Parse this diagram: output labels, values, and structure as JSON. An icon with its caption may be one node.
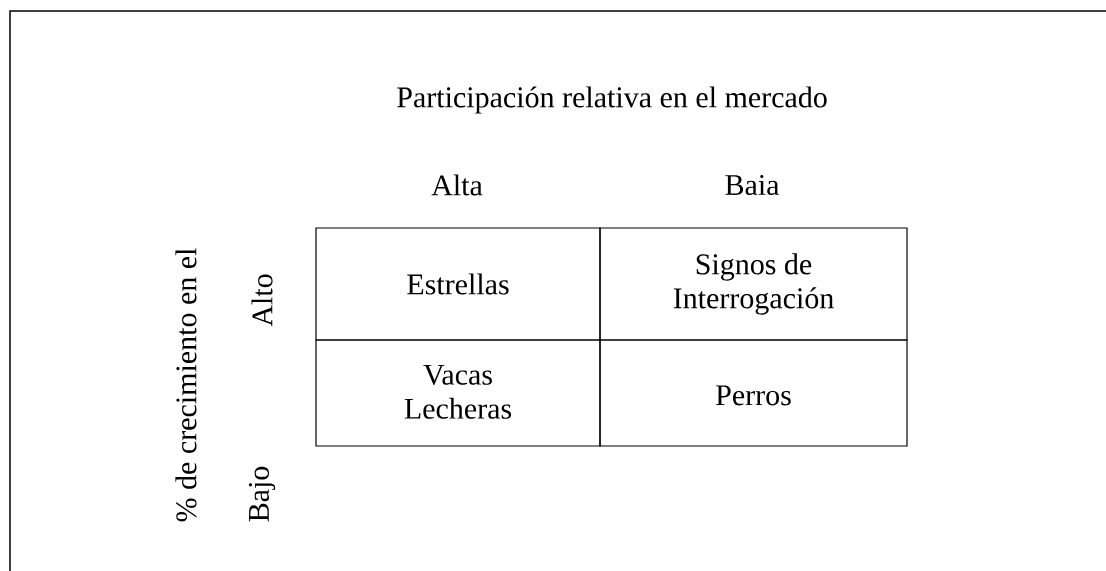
{
  "diagram": {
    "nodes": [
      {
        "text": [
          "Estrellas"
        ]
      },
      {
        "text": [
          "Signos de Interrogación"
        ]
      },
      {
        "text": [
          "Vacas Lecheras"
        ]
      },
      {
        "text": [
          "Perros"
        ]
      }
    ],
    "labels": [
      "Participación relativa en el mercado",
      "Alta",
      "Baia",
      "% de crecimiento en el",
      "Alto",
      "Bajo"
    ]
  }
}
